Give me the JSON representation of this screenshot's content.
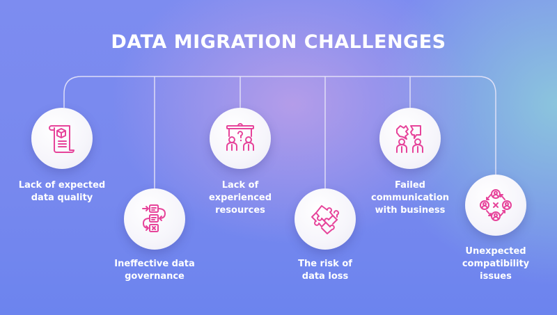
{
  "title": "DATA MIGRATION CHALLENGES",
  "colors": {
    "icon": "#e6439a",
    "text": "#ffffff",
    "circle": "#ffffff",
    "connector": "#e8e6f8",
    "background_left": "#6f85ee",
    "background_center": "#bca2e6",
    "background_right": "#8ecbda"
  },
  "challenges": [
    {
      "label": "Lack of expected data quality",
      "line1": "Lack of expected",
      "line2": "data quality",
      "line3": "",
      "icon": "document-cube-icon"
    },
    {
      "label": "Ineffective data governance",
      "line1": "Ineffective data",
      "line2": "governance",
      "line3": "",
      "icon": "workflow-icon"
    },
    {
      "label": "Lack of experienced resources",
      "line1": "Lack of",
      "line2": "experienced",
      "line3": "resources",
      "icon": "presentation-question-icon"
    },
    {
      "label": "The risk of data loss",
      "line1": "The risk of",
      "line2": "data loss",
      "line3": "",
      "icon": "puzzle-question-icon"
    },
    {
      "label": "Failed communication with business",
      "line1": "Failed",
      "line2": "communication",
      "line3": "with business",
      "icon": "speech-bubbles-people-icon"
    },
    {
      "label": "Unexpected compatibility issues",
      "line1": "Unexpected",
      "line2": "compatibility",
      "line3": "issues",
      "icon": "people-cycle-icon"
    }
  ]
}
